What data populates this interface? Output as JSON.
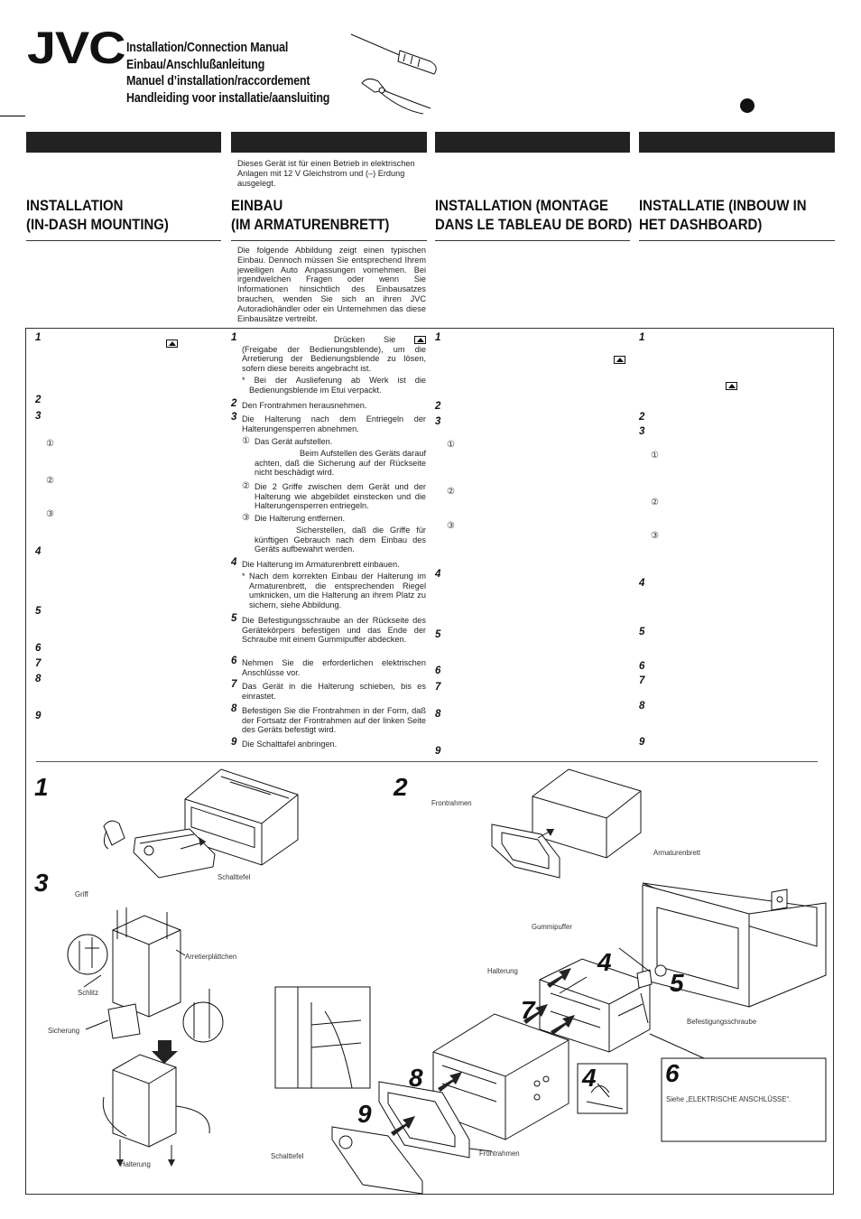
{
  "header": {
    "logo": "JVC",
    "titles": [
      "Installation/Connection Manual",
      "Einbau/Anschlußanleitung",
      "Manuel d’installation/raccordement",
      "Handleiding voor installatie/aansluiting"
    ]
  },
  "columns": [
    {
      "heading_l1": "INSTALLATION",
      "heading_l2": "(IN-DASH MOUNTING)"
    },
    {
      "heading_l1": "EINBAU",
      "heading_l2": "(IM ARMATURENBRETT)",
      "notice": "Dieses Gerät ist für einen Betrieb in elektrischen Anlagen mit 12 V Gleichstrom und (–) Erdung ausgelegt.",
      "intro": "Die folgende Abbildung zeigt einen typischen Einbau. Dennoch müssen Sie entsprechend Ihrem jeweiligen Auto Anpassungen vornehmen. Bei irgendwelchen Fragen oder wenn Sie Informationen hinsichtlich des Einbausatzes brauchen, wenden Sie sich an ihren JVC Autoradiohändler oder ein Unternehmen das diese Einbausätze vertreibt."
    },
    {
      "heading_l1": "INSTALLATION (MONTAGE",
      "heading_l2": "DANS LE TABLEAU DE BORD)"
    },
    {
      "heading_l1": "INSTALLATIE (INBOUW IN",
      "heading_l2": "HET DASHBOARD)"
    }
  ],
  "german_steps": {
    "s1a": "Drücken Sie",
    "s1b": "(Freigabe der Bedienungsblende), um die Arretierung der Bedienungsblende zu lösen, sofern diese bereits angebracht ist.",
    "s1note": "* Bei der Auslieferung ab Werk ist die Bedienungsblende im Etui verpackt.",
    "s2": "Den Frontrahmen herausnehmen.",
    "s3": "Die Halterung nach dem Entriegeln der Halterungensperren abnehmen.",
    "s3_1": "Das Gerät aufstellen.",
    "s3_1b": "Beim Aufstellen des Geräts darauf achten, daß die Sicherung auf der Rückseite nicht beschädigt wird.",
    "s3_2": "Die 2 Griffe zwischen dem Gerät und der Halterung wie abgebildet einstecken und die Halterungensperren entriegeln.",
    "s3_3": "Die Halterung entfernen.",
    "s3_3b": "Sicherstellen, daß die Griffe für künftigen Gebrauch nach dem Einbau des Geräts aufbewahrt werden.",
    "s4": "Die Halterung im Armaturenbrett einbauen.",
    "s4note": "* Nach dem korrekten Einbau der Halterung im Armaturenbrett, die entsprechenden Riegel umknicken, um die Halterung an ihrem Platz zu sichern, siehe Abbildung.",
    "s5": "Die Befestigungsschraube an der Rückseite des Gerätekörpers befestigen und das Ende der Schraube mit einem Gummipuffer abdecken.",
    "s6": "Nehmen Sie die erforderlichen elektrischen Anschlüsse vor.",
    "s7": "Das Gerät in die Halterung schieben, bis es einrastet.",
    "s8": "Befestigen Sie die Frontrahmen in der Form, daß der Fortsatz der Frontrahmen auf der linken Seite des Geräts befestigt wird.",
    "s9": "Die Schalttafel anbringen."
  },
  "step_numbers": [
    "1",
    "2",
    "3",
    "4",
    "5",
    "6",
    "7",
    "8",
    "9"
  ],
  "circled": [
    "①",
    "②",
    "③"
  ],
  "figure_labels": {
    "schalttefel": "Schalttefel",
    "frontrahmen": "Frontrahmen",
    "armaturenbrett": "Armaturenbrett",
    "griff": "Griff",
    "arretier": "Arretierplättchen",
    "gummipuffer": "Gummipuffer",
    "halterung": "Halterung",
    "schlitz": "Schlitz",
    "sicherung": "Sicherung",
    "befestigung": "Befestigungsschraube",
    "siehe": "Siehe „ELEKTRISCHE ANSCHLÜSSE“.",
    "schalttefel2": "Schalttefel",
    "frontrahmen2": "Frontrahmen",
    "halterung2": "Halterung"
  }
}
